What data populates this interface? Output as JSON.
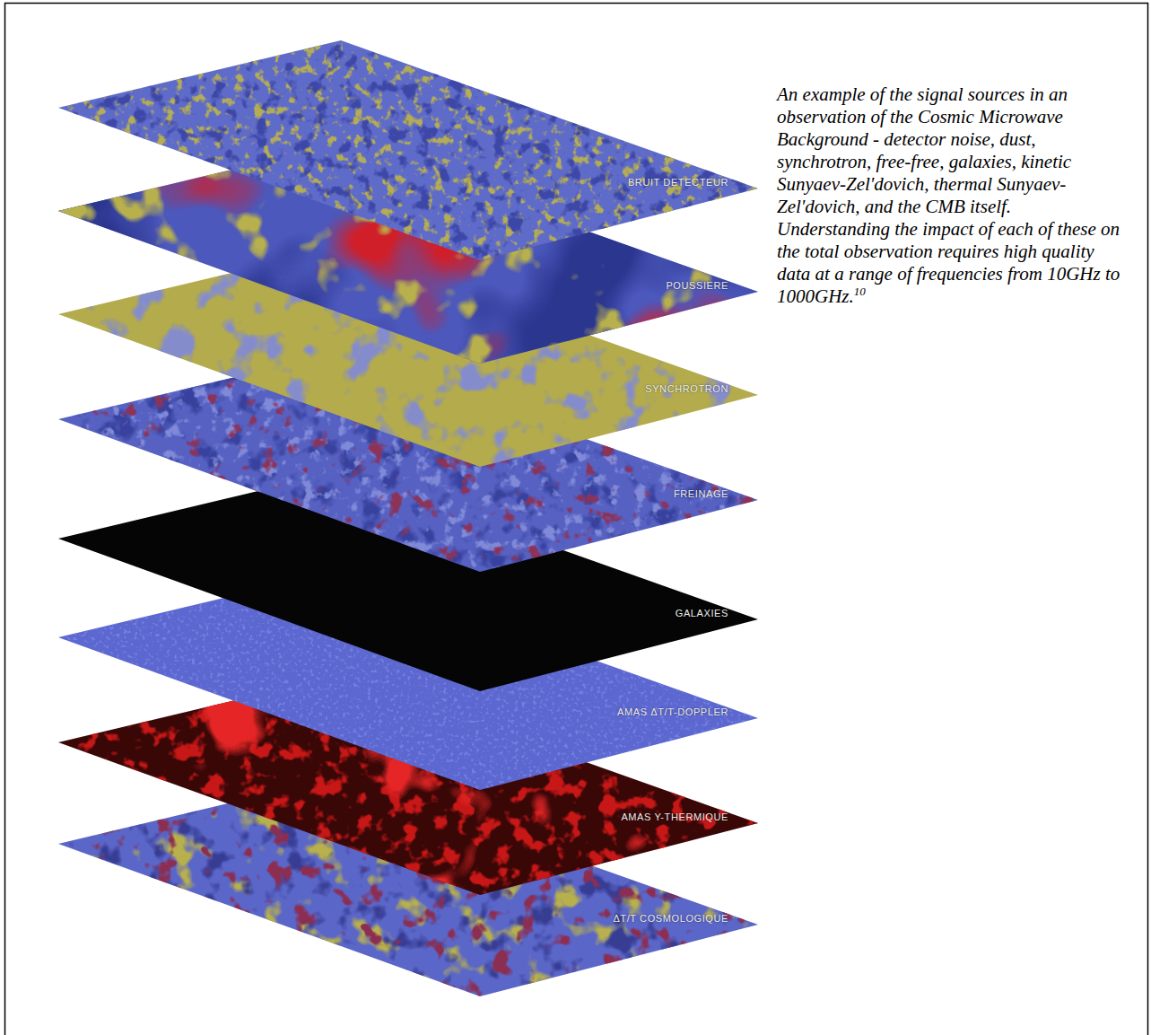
{
  "diagram": {
    "caption": "An example of the signal sources in an observation of the Cosmic Microwave Background - detector noise, dust, synchrotron, free-free, galaxies, kinetic Sunyaev-Zel'dovich, thermal Sunyaev-Zel'dovich, and the CMB itself. Understanding the impact of each of these on the total observation requires high quality data at a range of frequencies from 10GHz to 1000GHz.",
    "nodes": [
      {
        "text": [
          "BRUIT DETECTEUR"
        ]
      },
      {
        "text": [
          "POUSSIERE"
        ]
      },
      {
        "text": [
          "SYNCHROTRON"
        ]
      },
      {
        "text": [
          "FREINAGE"
        ]
      },
      {
        "text": [
          "GALAXIES"
        ]
      },
      {
        "text": [
          "AMAS ΔT/T-DOPPLER"
        ]
      },
      {
        "text": [
          "AMAS Y-THERMIQUE"
        ]
      },
      {
        "text": [
          "ΔT/T COSMOLOGIQUE"
        ]
      }
    ],
    "labels": [
      "10"
    ]
  }
}
